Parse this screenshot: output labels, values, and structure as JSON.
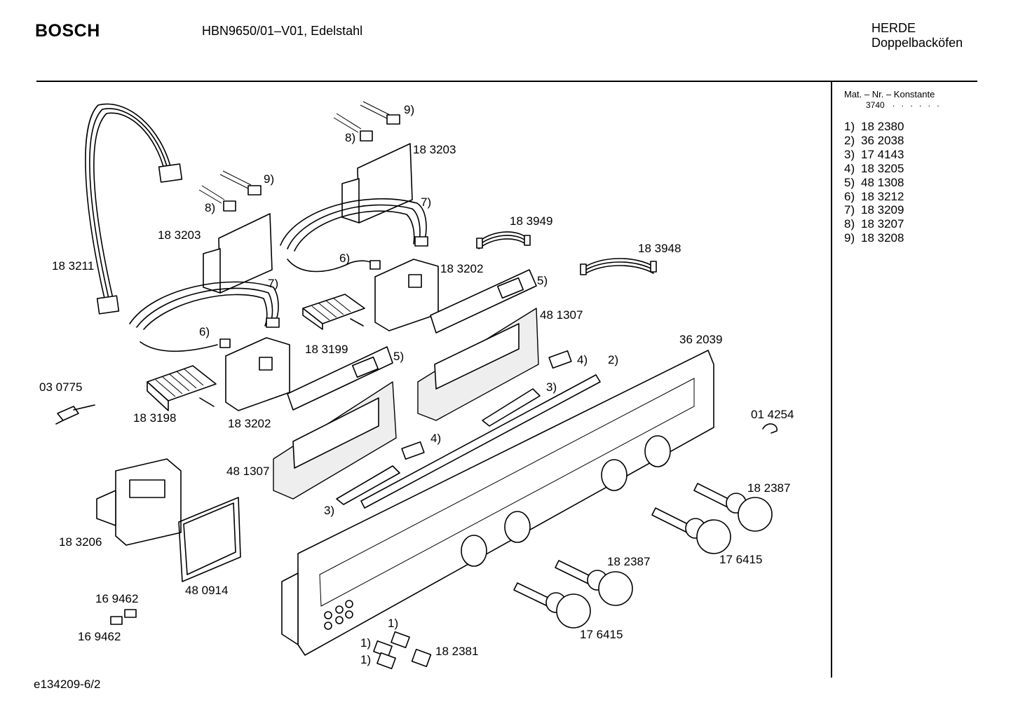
{
  "header": {
    "brand": "BOSCH",
    "model": "HBN9650/01–V01, Edelstahl",
    "category_1": "HERDE",
    "category_2": "Doppelbacköfen"
  },
  "side_panel": {
    "title": "Mat. – Nr. – Konstante",
    "code": "3740",
    "dots": ". .   . . . .",
    "parts": [
      {
        "num": "1)",
        "part": "18 2380"
      },
      {
        "num": "2)",
        "part": "36 2038"
      },
      {
        "num": "3)",
        "part": "17 4143"
      },
      {
        "num": "4)",
        "part": "18 3205"
      },
      {
        "num": "5)",
        "part": "48 1308"
      },
      {
        "num": "6)",
        "part": "18 3212"
      },
      {
        "num": "7)",
        "part": "18 3209"
      },
      {
        "num": "8)",
        "part": "18 3207"
      },
      {
        "num": "9)",
        "part": "18 3208"
      }
    ]
  },
  "callouts": {
    "c9_top": "9)",
    "c8_top": "8)",
    "c183203_top": "18 3203",
    "c9_mid": "9)",
    "c8_mid": "8)",
    "c7_top": "7)",
    "c183949": "18 3949",
    "c183203_left": "18 3203",
    "c183948": "18 3948",
    "c183211": "18 3211",
    "c6_top": "6)",
    "c183202_top": "18 3202",
    "c7_mid": "7)",
    "c5_top": "5)",
    "c481307_top": "48 1307",
    "c183199": "18 3199",
    "c6_low": "6)",
    "c362039": "36 2039",
    "c5_low": "5)",
    "c4_top": "4)",
    "c2": "2)",
    "c030775": "03 0775",
    "c3_top": "3)",
    "c183198": "18 3198",
    "c183202_low": "18 3202",
    "c014254": "01 4254",
    "c4_low": "4)",
    "c481307_low": "48 1307",
    "c182387_right": "18 2387",
    "c3_low": "3)",
    "c183206": "18 3206",
    "c176415_right": "17 6415",
    "c182387_mid": "18 2387",
    "c480914": "48 0914",
    "c169462_top": "16 9462",
    "c1_a": "1)",
    "c169462_low": "16 9462",
    "c1_b": "1)",
    "c176415_mid": "17 6415",
    "c182381": "18 2381",
    "c1_c": "1)"
  },
  "footer": {
    "drawing_id": "e134209-6/2"
  }
}
